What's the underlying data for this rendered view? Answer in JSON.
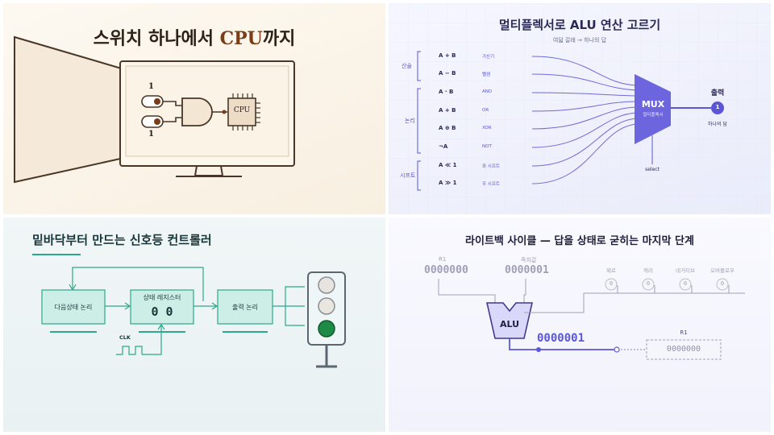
{
  "panel1": {
    "title_prefix": "스위치 하나에서 ",
    "title_cpu": "CPU",
    "title_suffix": "까지",
    "input_top": "1",
    "input_bottom": "1",
    "cpu_label": "CPU",
    "colors": {
      "accent": "#7a3d16",
      "line": "#3d2a1c",
      "bg": "#fbf4e8"
    }
  },
  "panel2": {
    "title": "멀티플렉서로 ALU 연산 고르기",
    "subtitle": "여덟 갈래 → 하나의 답",
    "groups": [
      {
        "label": "산술"
      },
      {
        "label": "논리"
      },
      {
        "label": "시프트"
      }
    ],
    "ops": [
      {
        "expr": "A + B",
        "name": "가산기"
      },
      {
        "expr": "A − B",
        "name": "뺄셈"
      },
      {
        "expr": "A · B",
        "name": "AND"
      },
      {
        "expr": "A + B",
        "name": "OR"
      },
      {
        "expr": "A ⊕ B",
        "name": "XOR"
      },
      {
        "expr": "¬A",
        "name": "NOT"
      },
      {
        "expr": "A ≪ 1",
        "name": "좌 시프트"
      },
      {
        "expr": "A ≫ 1",
        "name": "우 시프트"
      }
    ],
    "mux_label": "MUX",
    "mux_sub": "멀티플렉서",
    "select_label": "select",
    "output_title": "출력",
    "output_value": "1",
    "output_caption": "하나의 답",
    "colors": {
      "accent": "#5b56d6",
      "text": "#2b2a57"
    }
  },
  "panel3": {
    "title": "밑바닥부터 만드는 신호등 컨트롤러",
    "next_state_label": "다음상태 논리",
    "register_label": "상태 레지스터",
    "register_value": "0 0",
    "output_logic_label": "출력 논리",
    "clk_label": "CLK",
    "colors": {
      "accent": "#2aa98c",
      "box": "#cdeee6",
      "lamp_on": "#1d8a45"
    }
  },
  "panel4": {
    "title": "라이트백 사이클 — 답을 상태로 굳히는 마지막 단계",
    "reg_r1_label": "R1",
    "reg_r1_value": "0000000",
    "reg_imm_label": "즉치값",
    "reg_imm_value": "0000001",
    "flags": [
      {
        "label": "제로",
        "value": "0"
      },
      {
        "label": "캐리",
        "value": "0"
      },
      {
        "label": "네거티브",
        "value": "0"
      },
      {
        "label": "오버플로우",
        "value": "0"
      }
    ],
    "alu_label": "ALU",
    "result_value": "0000001",
    "dest_label": "R1",
    "dest_value": "0000000",
    "colors": {
      "accent": "#5b56d6",
      "muted": "#b9bccb"
    }
  }
}
